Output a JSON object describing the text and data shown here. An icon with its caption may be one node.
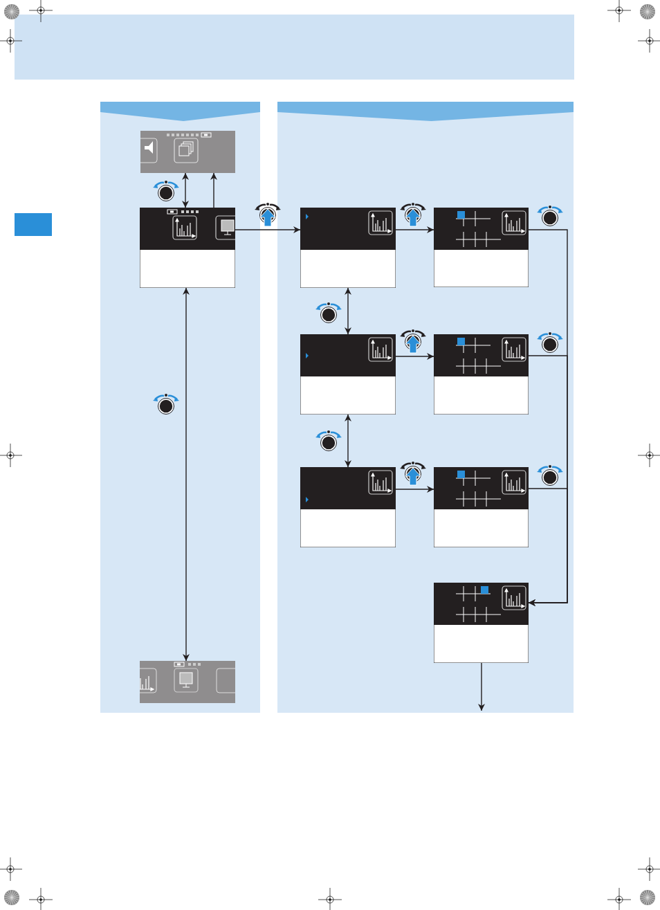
{
  "diagram": {
    "nodes": [
      {
        "text": [],
        "shape": "box"
      },
      {
        "text": [],
        "shape": "box"
      },
      {
        "text": [],
        "shape": "box"
      },
      {
        "text": [],
        "shape": "box"
      },
      {
        "text": [],
        "shape": "box"
      },
      {
        "text": [],
        "shape": "box"
      },
      {
        "text": [],
        "shape": "box"
      },
      {
        "text": [],
        "shape": "box"
      },
      {
        "text": [],
        "shape": "box"
      },
      {
        "text": [],
        "shape": "box"
      }
    ],
    "edges": [
      {
        "from": 0,
        "to": 1,
        "arrow": "both"
      },
      {
        "from": 1,
        "to": 0,
        "arrow": "to"
      },
      {
        "from": 1,
        "to": 3,
        "arrow": "to"
      },
      {
        "from": 1,
        "to": 2,
        "arrow": "both"
      },
      {
        "from": 3,
        "to": 4,
        "arrow": "to"
      },
      {
        "from": 3,
        "to": 5,
        "arrow": "both"
      },
      {
        "from": 5,
        "to": 6,
        "arrow": "to"
      },
      {
        "from": 5,
        "to": 7,
        "arrow": "both"
      },
      {
        "from": 7,
        "to": 8,
        "arrow": "to"
      },
      {
        "from": 4,
        "to": 9,
        "arrow": "to"
      },
      {
        "from": 6,
        "to": 9,
        "arrow": "to"
      },
      {
        "from": 8,
        "to": 9,
        "arrow": "to"
      },
      {
        "from": 9,
        "to": null,
        "arrow": "to"
      }
    ]
  }
}
